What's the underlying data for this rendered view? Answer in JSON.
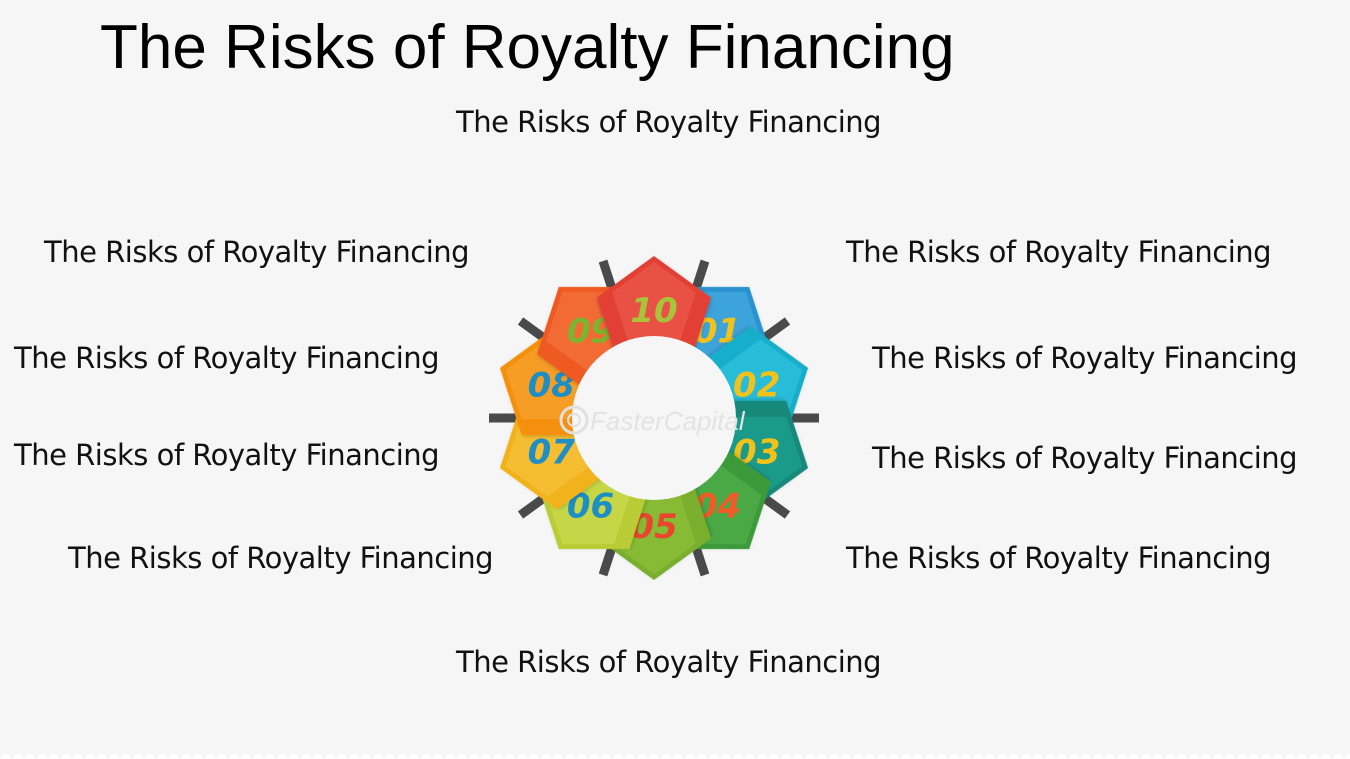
{
  "title": "The Risks of Royalty Financing",
  "watermark": "FasterCapital",
  "labels": {
    "top": "The Risks of Royalty Financing",
    "item01": "The Risks of Royalty Financing",
    "item02": "The Risks of Royalty Financing",
    "item03": "The Risks of Royalty Financing",
    "item04": "The Risks of Royalty Financing",
    "bottom": "The Risks of Royalty Financing",
    "item06": "The Risks of Royalty Financing",
    "item07": "The Risks of Royalty Financing",
    "item08": "The Risks of Royalty Financing",
    "item09": "The Risks of Royalty Financing"
  },
  "segments": [
    {
      "number": "01",
      "color": "#2a93cf",
      "light": "#4bb3e6",
      "numColor": "#f2c21c"
    },
    {
      "number": "02",
      "color": "#17aeca",
      "light": "#37c9e2",
      "numColor": "#f2c21c"
    },
    {
      "number": "03",
      "color": "#14897a",
      "light": "#1fa896",
      "numColor": "#f2c21c"
    },
    {
      "number": "04",
      "color": "#3c9a3a",
      "light": "#55b54f",
      "numColor": "#f05a28"
    },
    {
      "number": "05",
      "color": "#7aaf2e",
      "light": "#92c53d",
      "numColor": "#e8472e"
    },
    {
      "number": "06",
      "color": "#b9cc35",
      "light": "#d1df55",
      "numColor": "#1d8fc4"
    },
    {
      "number": "07",
      "color": "#f2b21c",
      "light": "#f7c744",
      "numColor": "#1d8fc4"
    },
    {
      "number": "08",
      "color": "#f4900e",
      "light": "#f8a83a",
      "numColor": "#1d8fc4"
    },
    {
      "number": "09",
      "color": "#ef5a22",
      "light": "#f47a45",
      "numColor": "#7ab52e"
    },
    {
      "number": "10",
      "color": "#e33f36",
      "light": "#ee5e52",
      "numColor": "#a8c43a"
    }
  ]
}
